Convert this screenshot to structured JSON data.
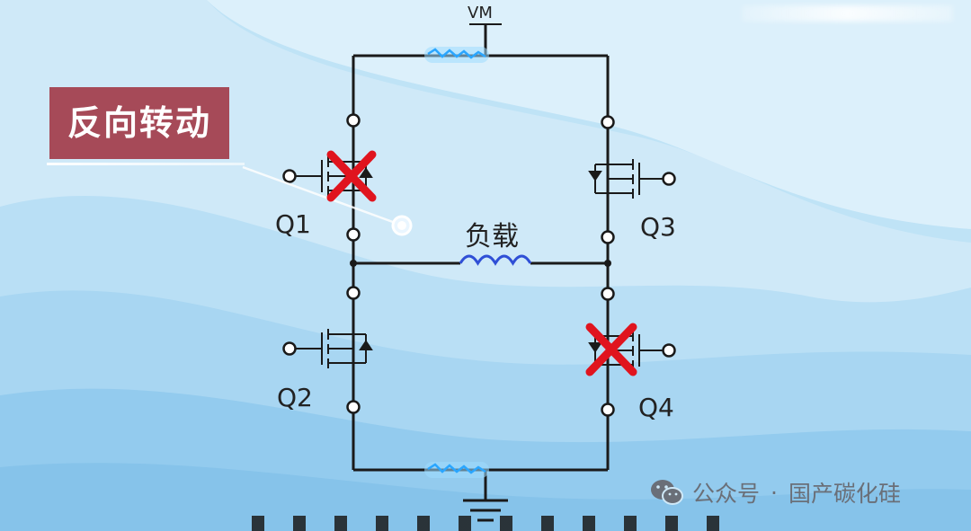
{
  "banner": {
    "label": "反向转动"
  },
  "supply_label": "VM",
  "load_label": "负载",
  "transistors": [
    {
      "name": "Q1",
      "disabled": true
    },
    {
      "name": "Q2",
      "disabled": false
    },
    {
      "name": "Q3",
      "disabled": false
    },
    {
      "name": "Q4",
      "disabled": true
    }
  ],
  "footer": {
    "icon": "wechat-icon",
    "account": "公众号",
    "separator": "·",
    "name": "国产碳化硅"
  },
  "colors": {
    "banner": "#a64a58",
    "wire": "#1a1a1a",
    "inductor": "#2f4fd6",
    "cross": "#e0141e",
    "spark": "#2aa6ff"
  }
}
